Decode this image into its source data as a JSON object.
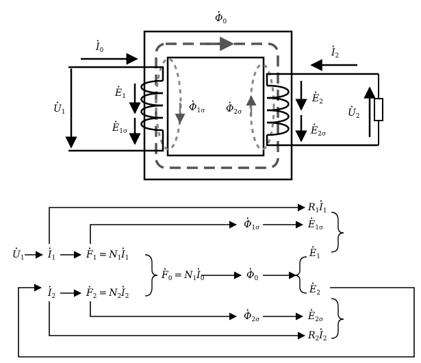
{
  "transformer": {
    "I0": {
      "sym": "I",
      "sub": "0"
    },
    "I2": {
      "sym": "I",
      "sub": "2"
    },
    "Phi0": {
      "sym": "Φ",
      "sub": "0"
    },
    "U1": {
      "sym": "U",
      "sub": "1"
    },
    "E1": {
      "sym": "E",
      "sub": "1"
    },
    "E1s": {
      "sym": "E",
      "sub": "1σ"
    },
    "Phi1s": {
      "sym": "Φ",
      "sub": "1σ"
    },
    "Phi2s": {
      "sym": "Φ",
      "sub": "2σ"
    },
    "E2": {
      "sym": "E",
      "sub": "2"
    },
    "E2s": {
      "sym": "E",
      "sub": "2σ"
    },
    "U2": {
      "sym": "U",
      "sub": "2"
    }
  },
  "flow": {
    "U1": {
      "sym": "U",
      "sub": "1"
    },
    "I1": {
      "sym": "I",
      "sub": "1"
    },
    "I2": {
      "sym": "I",
      "sub": "2"
    },
    "F1": {
      "sym": "F",
      "sub": "1",
      "eq": "=",
      "rhs": "N",
      "rhs_sub": "1",
      "rhs2": "I",
      "rhs2_sub": "1"
    },
    "F2": {
      "sym": "F",
      "sub": "2",
      "eq": "=",
      "rhs": "N",
      "rhs_sub": "2",
      "rhs2": "I",
      "rhs2_sub": "2"
    },
    "F0": {
      "sym": "F",
      "sub": "0",
      "eq": "=",
      "rhs": "N",
      "rhs_sub": "1",
      "rhs2": "I",
      "rhs2_sub": "0"
    },
    "Phi0": {
      "sym": "Φ",
      "sub": "0"
    },
    "Phi1s": {
      "sym": "Φ",
      "sub": "1σ"
    },
    "Phi2s": {
      "sym": "Φ",
      "sub": "2σ"
    },
    "R1I1": {
      "sym": "R",
      "sub": "1",
      "sym2": "I",
      "sub2": "1"
    },
    "E1s": {
      "sym": "E",
      "sub": "1σ"
    },
    "E1": {
      "sym": "E",
      "sub": "1"
    },
    "E2": {
      "sym": "E",
      "sub": "2"
    },
    "E2s": {
      "sym": "E",
      "sub": "2σ"
    },
    "R2I2": {
      "sym": "R",
      "sub": "2",
      "sym2": "I",
      "sub2": "2"
    }
  }
}
